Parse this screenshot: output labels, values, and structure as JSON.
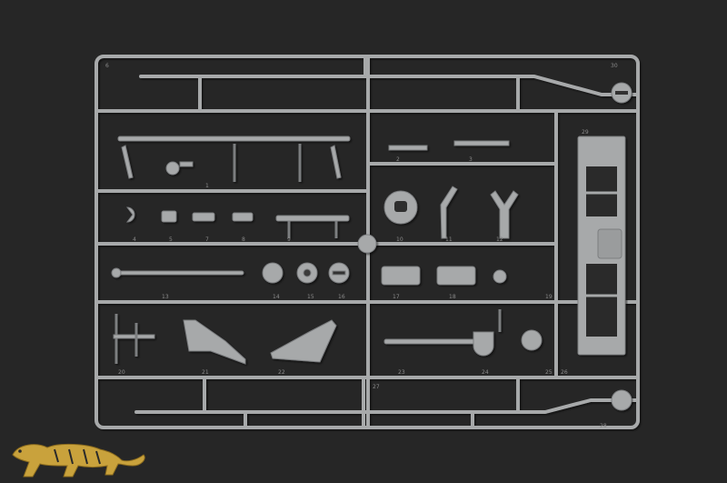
{
  "photo": {
    "subject": "sprue",
    "part_numbers": [
      "1",
      "2",
      "3",
      "4",
      "5",
      "6",
      "7",
      "8",
      "9",
      "10",
      "11",
      "12",
      "13",
      "14",
      "15",
      "16",
      "17",
      "18",
      "19",
      "20",
      "21",
      "22",
      "23",
      "24",
      "25",
      "26",
      "27",
      "28",
      "29",
      "30"
    ],
    "colors": {
      "background": "#262626",
      "plastic": "#a7a9aa",
      "plastic_shadow": "#7c7e80",
      "logo_gold": "#c9a23c"
    }
  }
}
